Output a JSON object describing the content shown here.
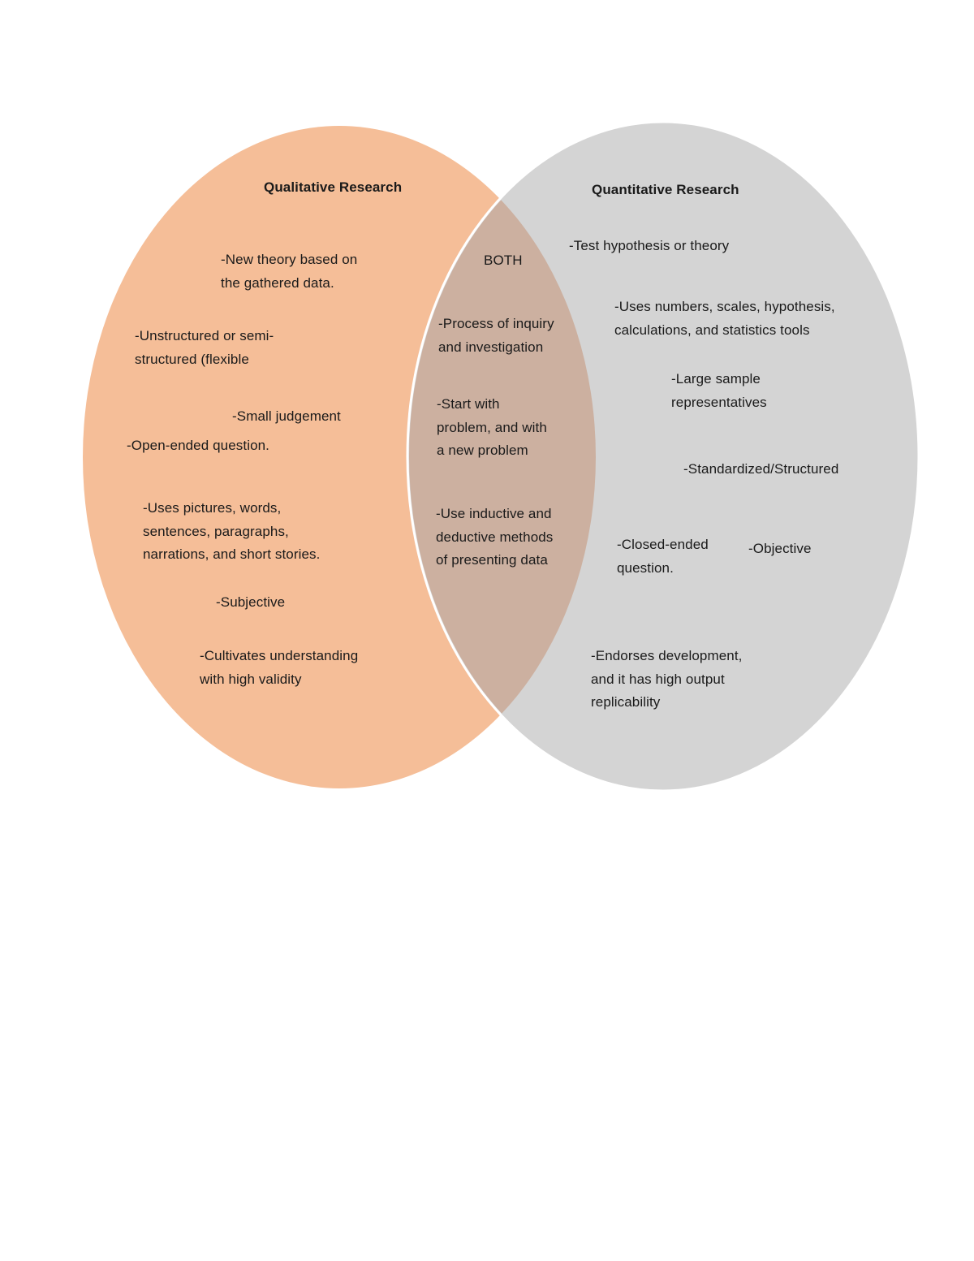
{
  "colors": {
    "qualitative_fill": "#F5BE98",
    "quantitative_fill": "#D4D4D4",
    "overlap_fill": "#CCB0A0",
    "outline": "#FFFFFF",
    "text": "#1A1A1A"
  },
  "left": {
    "title": "Qualitative Research",
    "items": [
      "-New theory based on\nthe gathered data.",
      "-Unstructured or semi-\nstructured (flexible",
      "-Small judgement",
      "-Open-ended question.",
      "-Uses pictures, words,\nsentences, paragraphs,\nnarrations, and short stories.",
      "-Subjective",
      "-Cultivates understanding\nwith high validity"
    ]
  },
  "both": {
    "title": "BOTH",
    "items": [
      "-Process of inquiry\nand investigation",
      "-Start with\nproblem, and with\na new problem",
      "-Use inductive and\ndeductive methods\nof presenting data"
    ]
  },
  "right": {
    "title": "Quantitative Research",
    "items": [
      "-Test hypothesis or theory",
      "-Uses numbers, scales, hypothesis,\ncalculations, and statistics tools",
      "-Large sample\nrepresentatives",
      "-Standardized/Structured",
      "-Closed-ended\nquestion.",
      "-Objective",
      "-Endorses development,\nand it has high output\nreplicability"
    ]
  }
}
